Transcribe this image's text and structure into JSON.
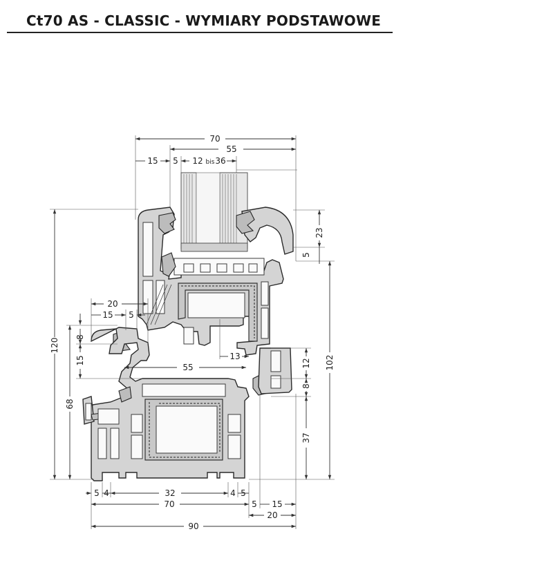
{
  "title": "Ct70 AS - CLASSIC - WYMIARY PODSTAWOWE",
  "dimensions": {
    "top_70": "70",
    "top_55": "55",
    "top_15": "15",
    "top_5": "5",
    "glass_from": "12",
    "glass_bis": "bis",
    "glass_to": "36",
    "left_120": "120",
    "left_68": "68",
    "left_20": "20",
    "left_15": "15",
    "left_5": "5",
    "left_8": "8",
    "left_15v": "15",
    "mid_55": "55",
    "mid_13": "13",
    "right_23": "23",
    "right_5": "5",
    "right_12": "12",
    "right_8": "8",
    "right_102": "102",
    "right_37": "37",
    "bot_5a": "5",
    "bot_4a": "4",
    "bot_32": "32",
    "bot_4b": "4",
    "bot_5b": "5",
    "bot_70": "70",
    "bot_r5": "5",
    "bot_r15": "15",
    "bot_r20": "20",
    "bot_90": "90"
  }
}
